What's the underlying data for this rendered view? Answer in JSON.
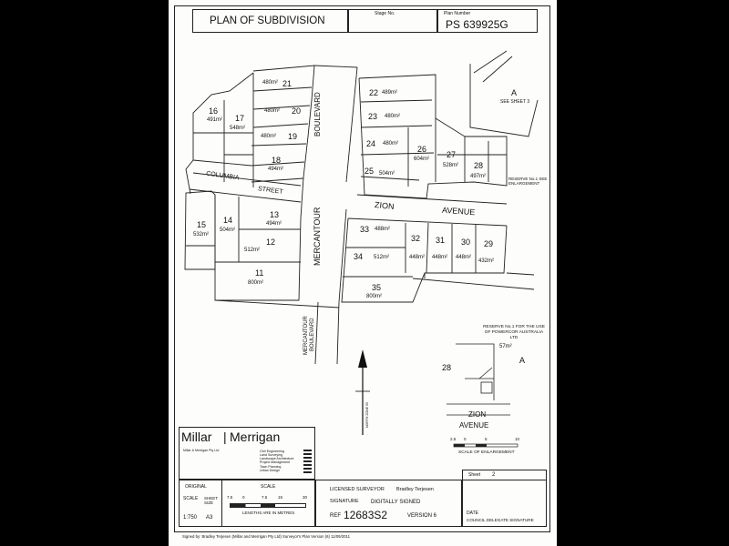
{
  "header": {
    "title": "PLAN OF SUBDIVISION",
    "stage_label": "Stage No.",
    "plan_label": "Plan Number",
    "plan_number": "PS 639925G"
  },
  "plan": {
    "streets": {
      "mercantour_boulevard_upper": "BOULEVARD",
      "mercantour_boulevard_main": "MERCANTOUR",
      "mercantour_lower_1": "MERCANTOUR",
      "mercantour_lower_2": "BOULEVARD",
      "zion": "ZION",
      "avenue": "AVENUE",
      "columbia": "COLUMBIA",
      "street": "STREET",
      "detail_zion": "ZION",
      "detail_avenue": "AVENUE"
    },
    "lots": [
      {
        "num": "21",
        "area": "480m²"
      },
      {
        "num": "20",
        "area": "480m²"
      },
      {
        "num": "19",
        "area": "480m²"
      },
      {
        "num": "18",
        "area": "494m²"
      },
      {
        "num": "17",
        "area": "548m²"
      },
      {
        "num": "16",
        "area": "491m²"
      },
      {
        "num": "15",
        "area": "532m²"
      },
      {
        "num": "14",
        "area": "504m²"
      },
      {
        "num": "13",
        "area": "494m²"
      },
      {
        "num": "12",
        "area": "512m²"
      },
      {
        "num": "11",
        "area": "800m²"
      },
      {
        "num": "22",
        "area": "489m²"
      },
      {
        "num": "23",
        "area": "480m²"
      },
      {
        "num": "24",
        "area": "480m²"
      },
      {
        "num": "25",
        "area": "504m²"
      },
      {
        "num": "26",
        "area": "604m²"
      },
      {
        "num": "27",
        "area": "528m²"
      },
      {
        "num": "28",
        "area": "497m²"
      },
      {
        "num": "33",
        "area": "488m²"
      },
      {
        "num": "32",
        "area": "448m²"
      },
      {
        "num": "31",
        "area": "448m²"
      },
      {
        "num": "30",
        "area": "448m²"
      },
      {
        "num": "29",
        "area": "432m²"
      },
      {
        "num": "34",
        "area": "512m²"
      },
      {
        "num": "35",
        "area": "800m²"
      }
    ],
    "label_a": "A",
    "see_sheet": "SEE SHEET 3",
    "reserve_note": "RESERVE No.1 SEE ENLARGEMENT",
    "reserve_box": "RESERVE No.1 FOR THE USE OF POWERCOR AUSTRALIA LTD",
    "reserve_area": "57m²",
    "detail_lot": "28",
    "detail_a": "A",
    "scale_enlargement": "SCALE OF ENLARGEMENT",
    "enl_ticks": [
      "2.5",
      "0",
      "5",
      "10"
    ],
    "north_text": "NORTH ZONE 55"
  },
  "title_block": {
    "company": "Millar",
    "company2": "Merrigan",
    "company_sub": "Millar & Merrigan Pty Ltd",
    "services": [
      "Civil Engineering",
      "Land Surveying",
      "Landscape Architecture",
      "Project Management",
      "Town Planning",
      "Urban Design"
    ],
    "sheet_label": "Sheet",
    "sheet_num": "2",
    "scale_label": "SCALE",
    "original_label": "ORIGINAL",
    "sheet_size_label": "SHEET SIZE",
    "scale_value": "1:750",
    "sheet_size_value": "A3",
    "scale_ticks": [
      "7.5",
      "0",
      "7.5",
      "15",
      "30"
    ],
    "scale_units": "LENGTHS ARE IN METRES",
    "surveyor_label": "LICENSED SURVEYOR",
    "surveyor_name": "Bradley Terjesen",
    "signature_label": "SIGNATURE",
    "signature_value": "DIGITALLY SIGNED",
    "ref_label": "REF",
    "ref_value": "12683S2",
    "version": "VERSION 6",
    "date_label": "DATE",
    "council_sig": "COUNCIL DELEGATE SIGNATURE",
    "footer": "Signed by: Bradley Terjesen (Millar and Merrigan Pty Ltd) Surveyor's Plan Version (6) 11/09/2011"
  }
}
